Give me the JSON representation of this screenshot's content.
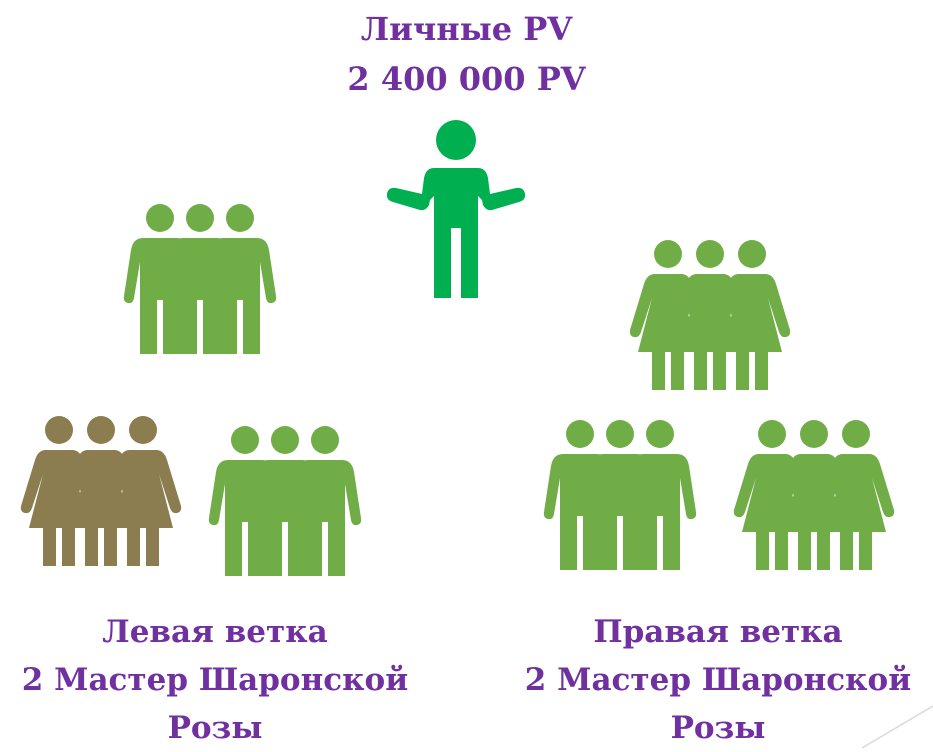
{
  "top": {
    "line1": "Личные PV",
    "line2": "2 400 000 PV"
  },
  "left_branch": {
    "line1": "Левая ветка",
    "line2": "2 Мастер Шаронской",
    "line3": "Розы"
  },
  "right_branch": {
    "line1": "Правая ветка",
    "line2": "2 Мастер Шаронской",
    "line3": "Розы"
  },
  "colors": {
    "title_text": "#7030a0",
    "personal_figure": "#00b050",
    "group_figure": "#70ad47",
    "highlight_group_figure": "#8b7d50",
    "corner_line": "#d9d9d9"
  },
  "icons": {
    "personal": "person-shrugging-icon",
    "men_group": "men-group-icon",
    "women_group": "women-group-icon"
  }
}
